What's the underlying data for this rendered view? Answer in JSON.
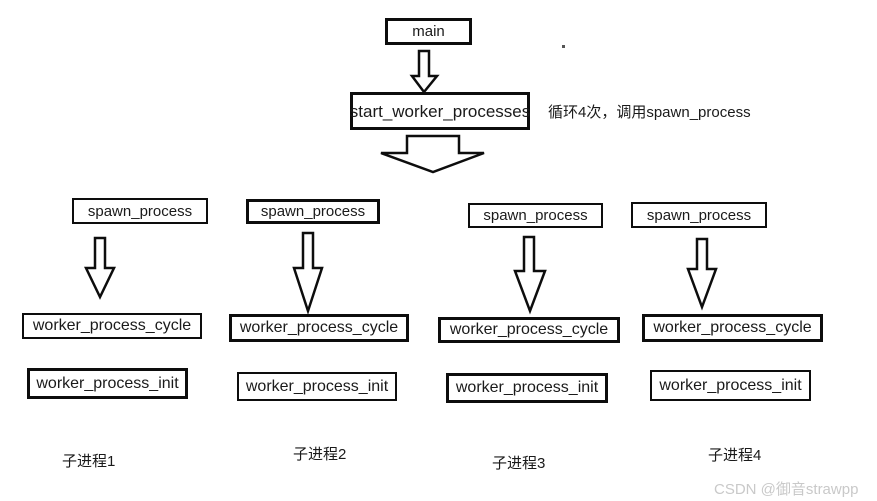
{
  "diagram": {
    "nodes": {
      "main": "main",
      "start": "start_worker_processes",
      "note": "循环4次，调用spawn_process"
    },
    "columns": [
      {
        "spawn": "spawn_process",
        "cycle": "worker_process_cycle",
        "init": "worker_process_init",
        "caption": "子进程1"
      },
      {
        "spawn": "spawn_process",
        "cycle": "worker_process_cycle",
        "init": "worker_process_init",
        "caption": "子进程2"
      },
      {
        "spawn": "spawn_process",
        "cycle": "worker_process_cycle",
        "init": "worker_process_init",
        "caption": "子进程3"
      },
      {
        "spawn": "spawn_process",
        "cycle": "worker_process_cycle",
        "init": "worker_process_init",
        "caption": "子进程4"
      }
    ],
    "colors": {
      "box_border": "#0d0d0d",
      "box_fill": "#ffffff",
      "text": "#1a1a1a",
      "watermark": "#c9c9c9"
    }
  },
  "watermark": {
    "text": "CSDN @御音strawpp"
  }
}
